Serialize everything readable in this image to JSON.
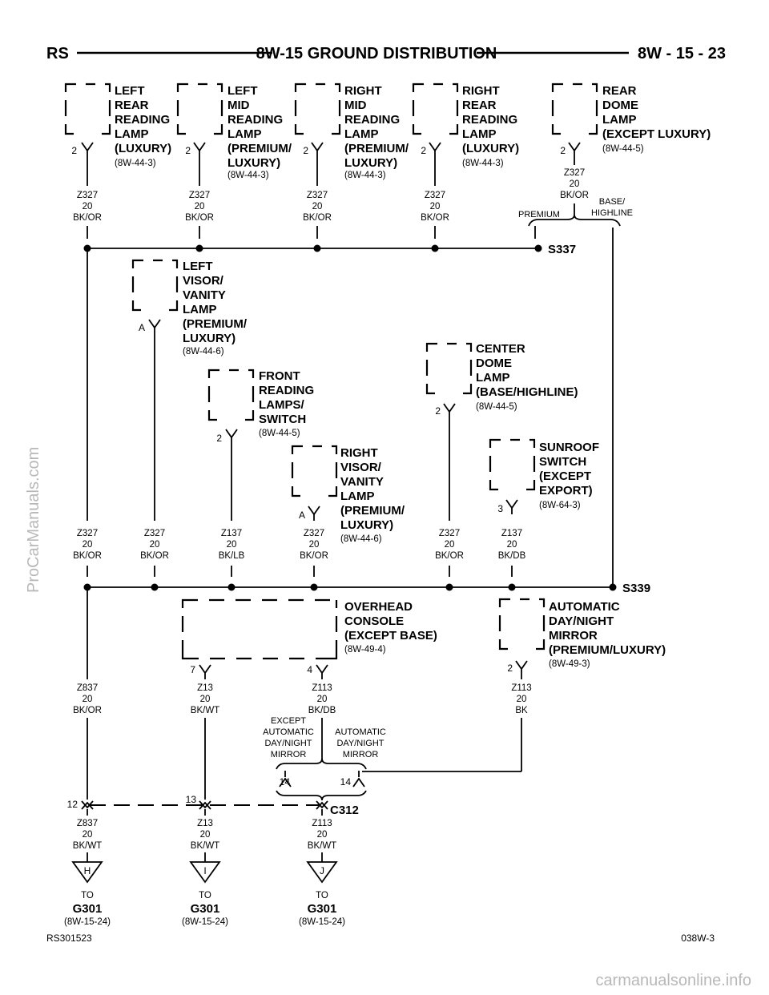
{
  "header": {
    "left": "RS",
    "title": "8W-15 GROUND DISTRIBUTION",
    "right": "8W - 15 - 23"
  },
  "components": {
    "left_rear_reading": {
      "lines": [
        "LEFT",
        "REAR",
        "READING",
        "LAMP",
        "(LUXURY)"
      ],
      "ref": "(8W-44-3)",
      "pin": "2"
    },
    "left_mid_reading": {
      "lines": [
        "LEFT",
        "MID",
        "READING",
        "LAMP",
        "(PREMIUM/",
        "LUXURY)"
      ],
      "ref": "(8W-44-3)",
      "pin": "2"
    },
    "right_mid_reading": {
      "lines": [
        "RIGHT",
        "MID",
        "READING",
        "LAMP",
        "(PREMIUM/",
        "LUXURY)"
      ],
      "ref": "(8W-44-3)",
      "pin": "2"
    },
    "right_rear_reading": {
      "lines": [
        "RIGHT",
        "REAR",
        "READING",
        "LAMP",
        "(LUXURY)"
      ],
      "ref": "(8W-44-3)",
      "pin": "2"
    },
    "rear_dome": {
      "lines": [
        "REAR",
        "DOME",
        "LAMP",
        "(EXCEPT LUXURY)"
      ],
      "ref": "(8W-44-5)",
      "pin": "2"
    },
    "left_visor": {
      "lines": [
        "LEFT",
        "VISOR/",
        "VANITY",
        "LAMP",
        "(PREMIUM/",
        "LUXURY)"
      ],
      "ref": "(8W-44-6)",
      "pin": "A"
    },
    "front_reading": {
      "lines": [
        "FRONT",
        "READING",
        "LAMPS/",
        "SWITCH"
      ],
      "ref": "(8W-44-5)",
      "pin": "2"
    },
    "right_visor": {
      "lines": [
        "RIGHT",
        "VISOR/",
        "VANITY",
        "LAMP",
        "(PREMIUM/",
        "LUXURY)"
      ],
      "ref": "(8W-44-6)",
      "pin": "A"
    },
    "center_dome": {
      "lines": [
        "CENTER",
        "DOME",
        "LAMP",
        "(BASE/HIGHLINE)"
      ],
      "ref": "(8W-44-5)",
      "pin": "2"
    },
    "sunroof": {
      "lines": [
        "SUNROOF",
        "SWITCH",
        "(EXCEPT",
        "EXPORT)"
      ],
      "ref": "(8W-64-3)",
      "pin": "3"
    },
    "overhead": {
      "lines": [
        "OVERHEAD",
        "CONSOLE",
        "(EXCEPT BASE)"
      ],
      "ref": "(8W-49-4)",
      "pin_a": "7",
      "pin_b": "4"
    },
    "auto_mirror": {
      "lines": [
        "AUTOMATIC",
        "DAY/NIGHT",
        "MIRROR",
        "(PREMIUM/LUXURY)"
      ],
      "ref": "(8W-49-3)",
      "pin": "2"
    }
  },
  "wires": {
    "w1": [
      "Z327",
      "20",
      "BK/OR"
    ],
    "w2": [
      "Z327",
      "20",
      "BK/OR"
    ],
    "w3": [
      "Z327",
      "20",
      "BK/OR"
    ],
    "w4": [
      "Z327",
      "20",
      "BK/OR"
    ],
    "w5": [
      "Z327",
      "20",
      "BK/OR"
    ],
    "w6": [
      "Z327",
      "20",
      "BK/OR"
    ],
    "w7": [
      "Z327",
      "20",
      "BK/OR"
    ],
    "w8": [
      "Z137",
      "20",
      "BK/LB"
    ],
    "w9": [
      "Z327",
      "20",
      "BK/OR"
    ],
    "w10": [
      "Z327",
      "20",
      "BK/OR"
    ],
    "w11": [
      "Z137",
      "20",
      "BK/DB"
    ],
    "w12": [
      "Z837",
      "20",
      "BK/OR"
    ],
    "w13": [
      "Z13",
      "20",
      "BK/WT"
    ],
    "w14": [
      "Z113",
      "20",
      "BK/DB"
    ],
    "w15": [
      "Z113",
      "20",
      "BK"
    ],
    "w16": [
      "Z837",
      "20",
      "BK/WT"
    ],
    "w17": [
      "Z13",
      "20",
      "BK/WT"
    ],
    "w18": [
      "Z113",
      "20",
      "BK/WT"
    ]
  },
  "splices": {
    "s337": "S337",
    "s339": "S339"
  },
  "options": {
    "premium": "PREMIUM",
    "base_highline": [
      "BASE/",
      "HIGHLINE"
    ],
    "except_auto": [
      "EXCEPT",
      "AUTOMATIC",
      "DAY/NIGHT",
      "MIRROR"
    ],
    "auto": [
      "AUTOMATIC",
      "DAY/NIGHT",
      "MIRROR"
    ]
  },
  "connector": {
    "name": "C312",
    "pin_12": "12",
    "pin_13": "13",
    "pin_14a": "14",
    "pin_14b": "14"
  },
  "grounds": [
    {
      "letter": "H",
      "to": "TO",
      "name": "G301",
      "ref": "(8W-15-24)"
    },
    {
      "letter": "I",
      "to": "TO",
      "name": "G301",
      "ref": "(8W-15-24)"
    },
    {
      "letter": "J",
      "to": "TO",
      "name": "G301",
      "ref": "(8W-15-24)"
    }
  ],
  "footer": {
    "left": "RS301523",
    "right": "038W-3"
  },
  "watermarks": {
    "side": "ProCarManuals.com",
    "bottom": "carmanualsonline.info"
  }
}
